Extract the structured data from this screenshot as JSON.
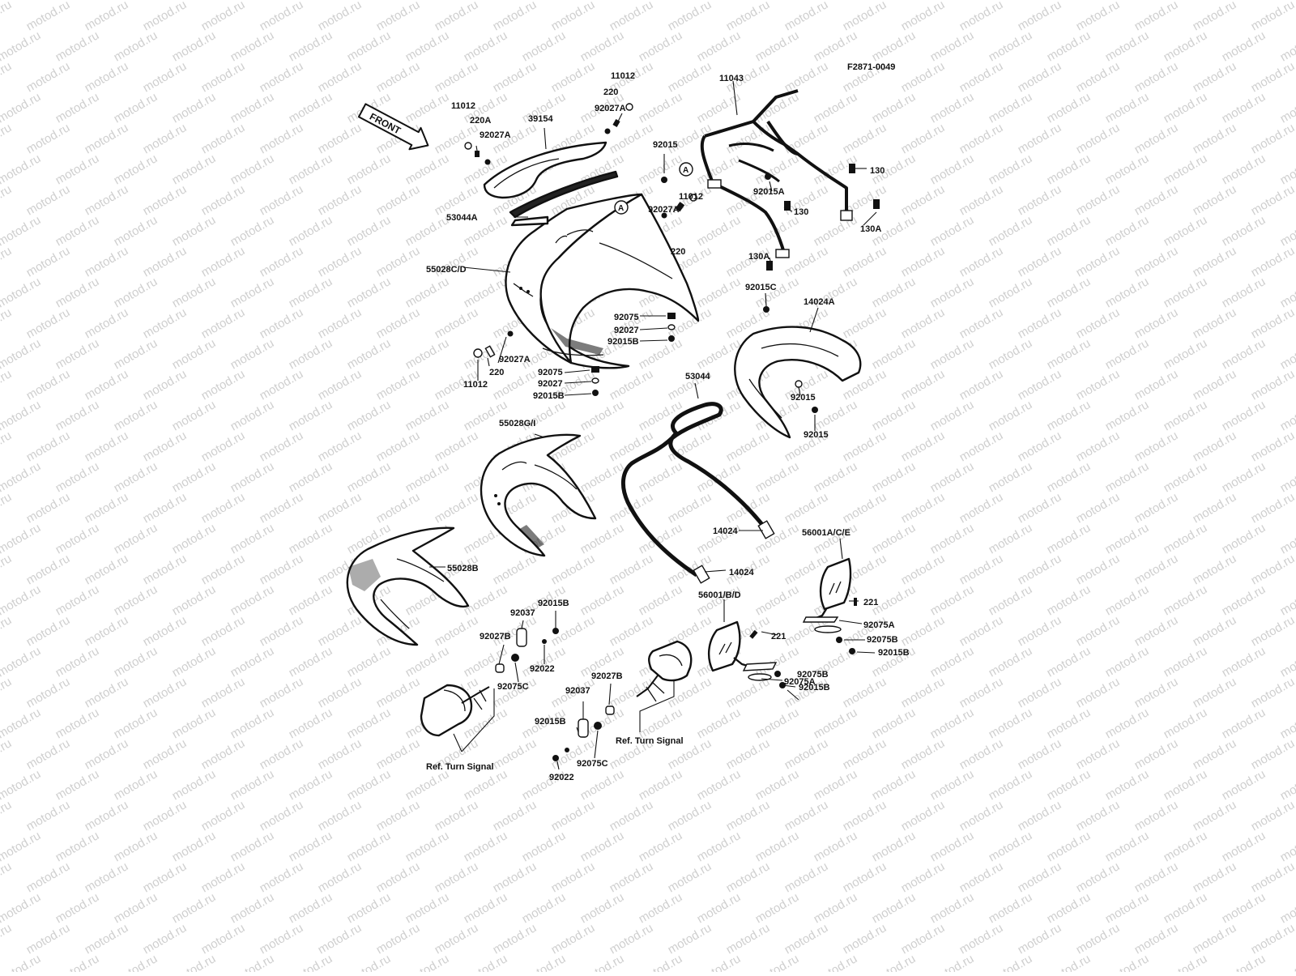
{
  "diagram": {
    "code": "F2871-0049",
    "watermark": "motod.ru",
    "front_label": "FRONT",
    "callout_a": "A",
    "labels": [
      {
        "id": "l1",
        "text": "11012"
      },
      {
        "id": "l2",
        "text": "220"
      },
      {
        "id": "l3",
        "text": "92027A"
      },
      {
        "id": "l4",
        "text": "11012"
      },
      {
        "id": "l5",
        "text": "220A"
      },
      {
        "id": "l6",
        "text": "92027A"
      },
      {
        "id": "l7",
        "text": "39154"
      },
      {
        "id": "l8",
        "text": "53044A"
      },
      {
        "id": "l9",
        "text": "11043"
      },
      {
        "id": "l10",
        "text": "92015"
      },
      {
        "id": "l11",
        "text": "130"
      },
      {
        "id": "l12",
        "text": "92015A"
      },
      {
        "id": "l13",
        "text": "130"
      },
      {
        "id": "l14",
        "text": "130A"
      },
      {
        "id": "l15",
        "text": "11012"
      },
      {
        "id": "l16",
        "text": "92027A"
      },
      {
        "id": "l17",
        "text": "220"
      },
      {
        "id": "l18",
        "text": "55028C/D"
      },
      {
        "id": "l19",
        "text": "130A"
      },
      {
        "id": "l20",
        "text": "92015C"
      },
      {
        "id": "l21",
        "text": "14024A"
      },
      {
        "id": "l22",
        "text": "92075"
      },
      {
        "id": "l23",
        "text": "92027"
      },
      {
        "id": "l24",
        "text": "92015B"
      },
      {
        "id": "l25",
        "text": "92027A"
      },
      {
        "id": "l26",
        "text": "220"
      },
      {
        "id": "l27",
        "text": "11012"
      },
      {
        "id": "l28",
        "text": "92075"
      },
      {
        "id": "l29",
        "text": "92027"
      },
      {
        "id": "l30",
        "text": "92015B"
      },
      {
        "id": "l31",
        "text": "53044"
      },
      {
        "id": "l32",
        "text": "92015"
      },
      {
        "id": "l33",
        "text": "92015"
      },
      {
        "id": "l34",
        "text": "55028G/I"
      },
      {
        "id": "l35",
        "text": "14024"
      },
      {
        "id": "l36",
        "text": "56001A/C/E"
      },
      {
        "id": "l37",
        "text": "14024"
      },
      {
        "id": "l38",
        "text": "55028B"
      },
      {
        "id": "l39",
        "text": "56001/B/D"
      },
      {
        "id": "l40",
        "text": "221"
      },
      {
        "id": "l41",
        "text": "92075A"
      },
      {
        "id": "l42",
        "text": "92075B"
      },
      {
        "id": "l43",
        "text": "92015B"
      },
      {
        "id": "l44",
        "text": "221"
      },
      {
        "id": "l45",
        "text": "92075A"
      },
      {
        "id": "l46",
        "text": "92075B"
      },
      {
        "id": "l47",
        "text": "92015B"
      },
      {
        "id": "l48",
        "text": "92015B"
      },
      {
        "id": "l49",
        "text": "92037"
      },
      {
        "id": "l50",
        "text": "92027B"
      },
      {
        "id": "l51",
        "text": "92022"
      },
      {
        "id": "l52",
        "text": "92075C"
      },
      {
        "id": "l53",
        "text": "92027B"
      },
      {
        "id": "l54",
        "text": "92037"
      },
      {
        "id": "l55",
        "text": "92015B"
      },
      {
        "id": "l56",
        "text": "92022"
      },
      {
        "id": "l57",
        "text": "92075C"
      },
      {
        "id": "l58",
        "text": "Ref. Turn Signal"
      },
      {
        "id": "l59",
        "text": "Ref. Turn Signal"
      }
    ]
  }
}
